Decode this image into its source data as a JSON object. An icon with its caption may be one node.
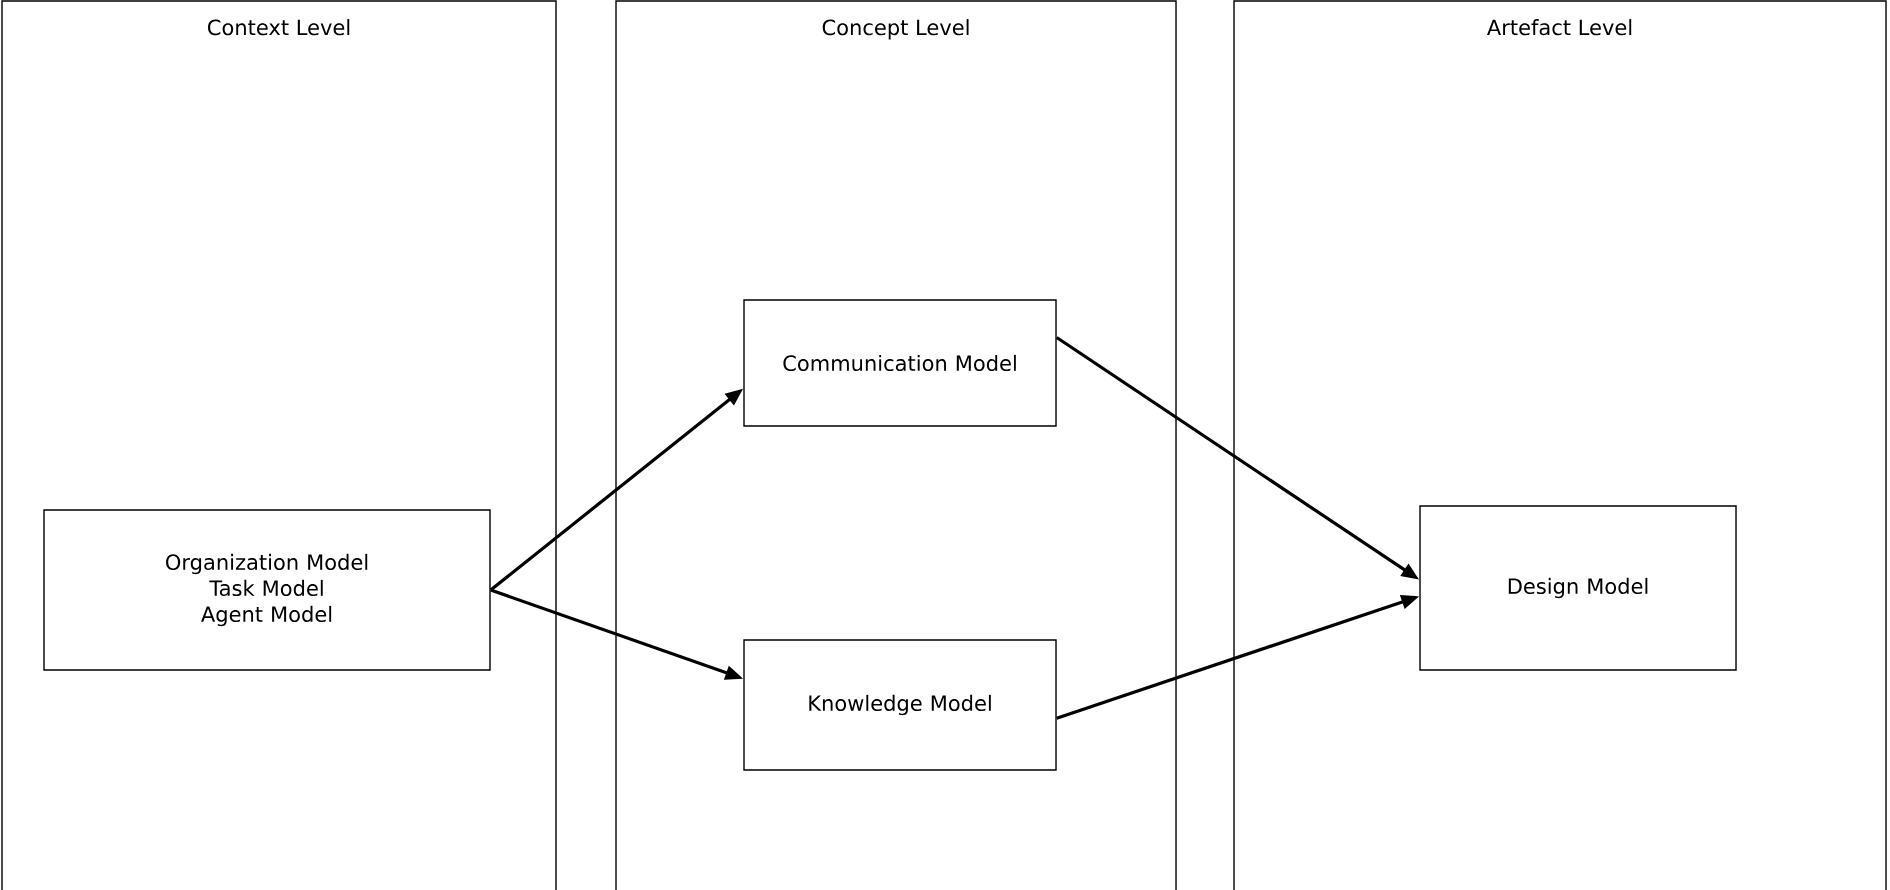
{
  "diagram": {
    "nodes": [
      {
        "text": [
          "Context Level"
        ]
      },
      {
        "text": [
          "Concept Level"
        ]
      },
      {
        "text": [
          "Artefact Level"
        ]
      },
      {
        "text": [
          "Organization Model",
          "Task Model",
          "Agent Model"
        ],
        "in": 0
      },
      {
        "text": [
          "Communication Model"
        ],
        "in": 1
      },
      {
        "text": [
          "Knowledge Model"
        ],
        "in": 1
      },
      {
        "text": [
          "Design Model"
        ],
        "in": 2
      }
    ],
    "edges": [
      {
        "from": 3,
        "to": 4,
        "arrow": "to"
      },
      {
        "from": 3,
        "to": 5,
        "arrow": "to"
      },
      {
        "from": 4,
        "to": 6,
        "arrow": "to"
      },
      {
        "from": 5,
        "to": 6,
        "arrow": "to"
      }
    ]
  }
}
